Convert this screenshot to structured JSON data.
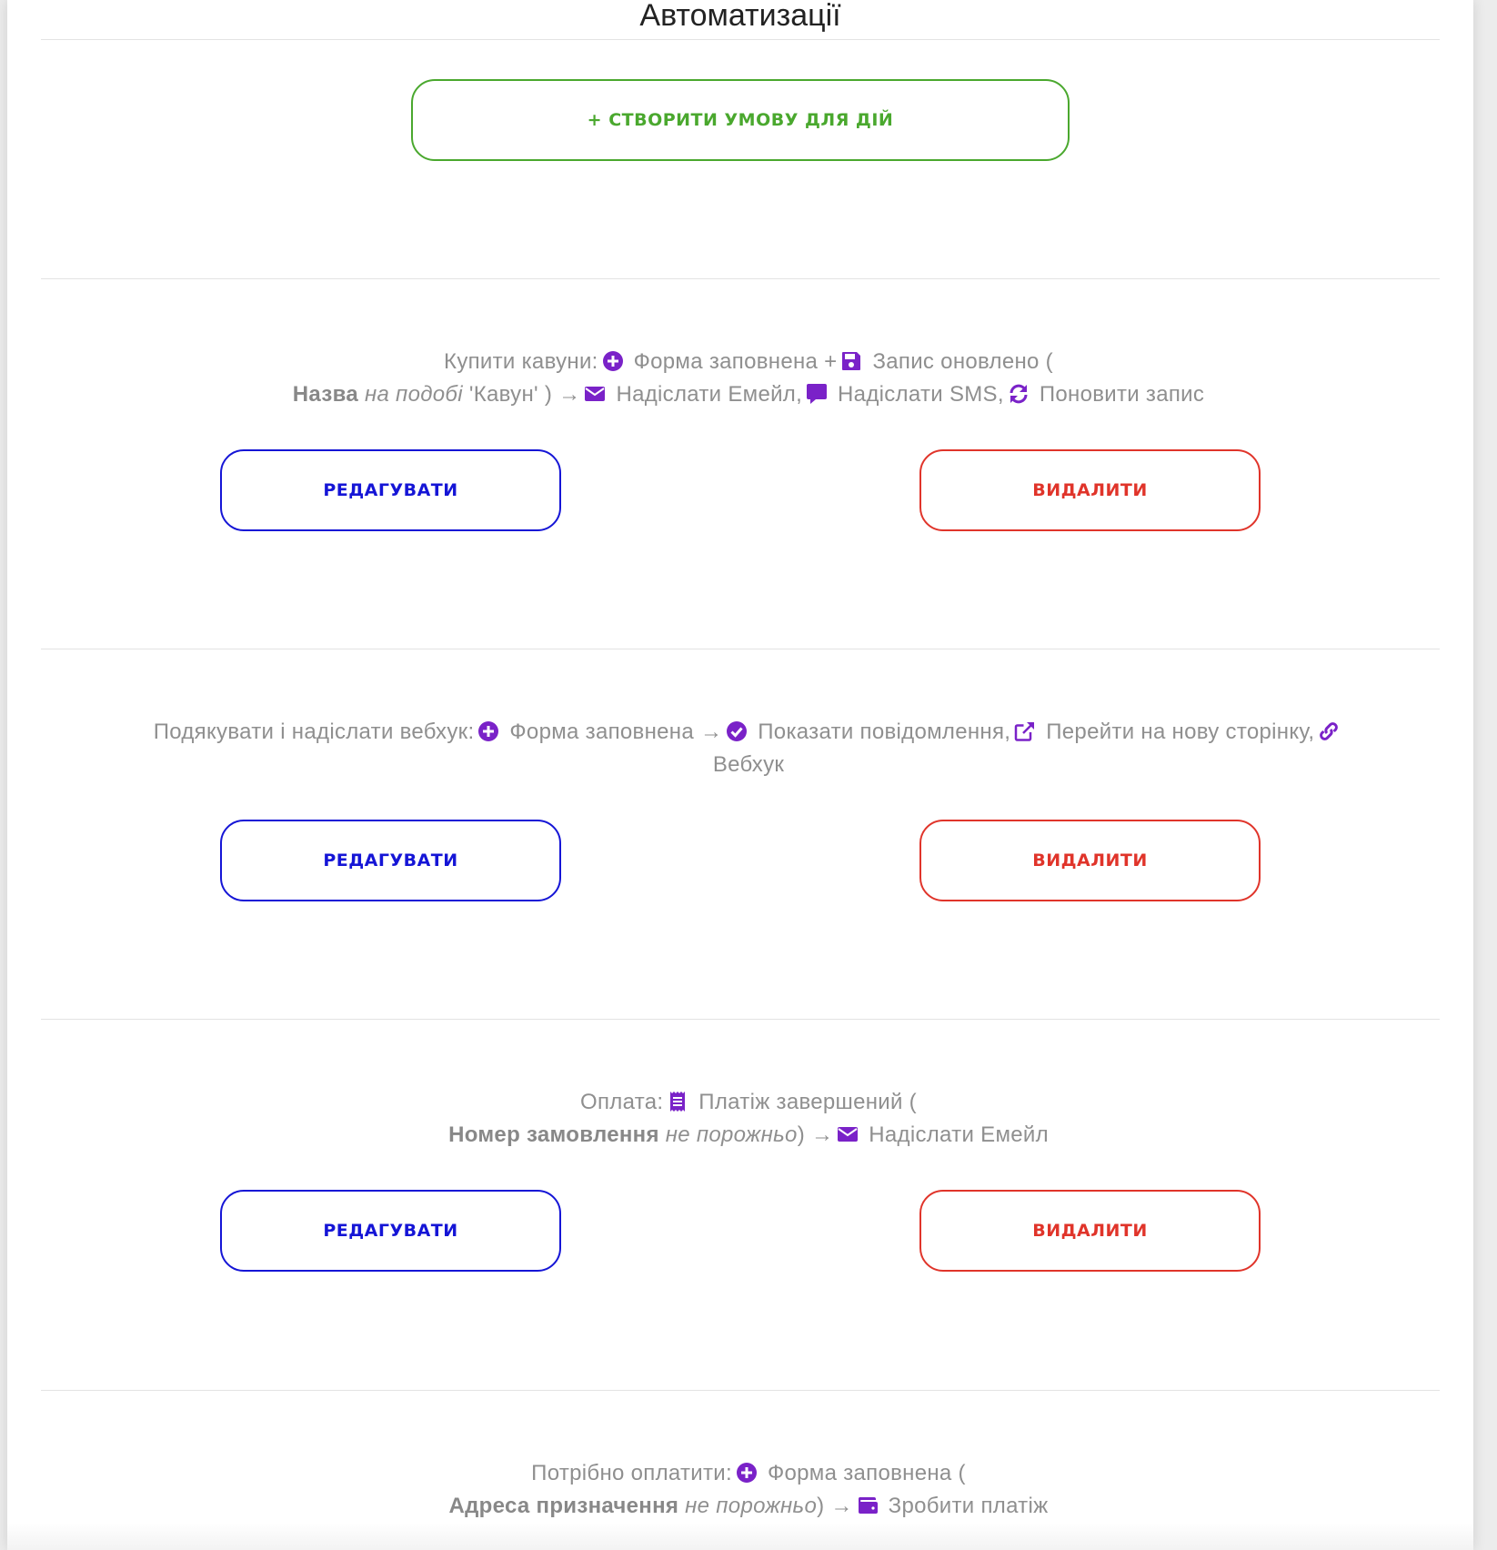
{
  "page": {
    "title": "Автоматизації",
    "create_button_label": "+ СТВОРИТИ УМОВУ ДЛЯ ДІЙ"
  },
  "rules": [
    {
      "name": "Купити кавуни:",
      "trigger_1": "Форма заповнена +",
      "trigger_2": "Запис оновлено (",
      "cond_field": "Назва",
      "cond_op": "на подобі",
      "cond_value": "'Кавун' )",
      "arrow": "→",
      "action_1": "Надіслати Емейл,",
      "action_2": "Надіслати SMS,",
      "action_3": "Поновити запис",
      "edit_label": "РЕДАГУВАТИ",
      "delete_label": "ВИДАЛИТИ"
    },
    {
      "name": "Подякувати і надіслати вебхук:",
      "trigger_1": "Форма заповнена",
      "arrow": "→",
      "action_1": "Показати повідомлення,",
      "action_2": "Перейти на нову сторінку,",
      "action_3": "Вебхук",
      "edit_label": "РЕДАГУВАТИ",
      "delete_label": "ВИДАЛИТИ"
    },
    {
      "name": "Оплата:",
      "trigger_1": "Платіж завершений (",
      "cond_field": "Номер замовлення",
      "cond_op": "не порожньо",
      "cond_value": ")",
      "arrow": "→",
      "action_1": "Надіслати Емейл",
      "edit_label": "РЕДАГУВАТИ",
      "delete_label": "ВИДАЛИТИ"
    },
    {
      "name": "Потрібно оплатити:",
      "trigger_1": "Форма заповнена (",
      "cond_field": "Адреса призначення",
      "cond_op": "не порожньо",
      "cond_value": ")",
      "arrow": "→",
      "action_1": "Зробити платіж"
    }
  ],
  "colors": {
    "icon": "#7a22c8",
    "create": "#4aa82e",
    "edit": "#1515d6",
    "delete": "#e0342a",
    "text": "#8f8f8f"
  },
  "icons": {
    "form_submitted": "plus-circle-icon",
    "record_updated": "save-icon",
    "send_email": "envelope-icon",
    "send_sms": "comment-icon",
    "update_record": "sync-icon",
    "show_message": "check-circle-icon",
    "redirect": "external-link-icon",
    "webhook": "link-icon",
    "payment_completed": "receipt-icon",
    "make_payment": "wallet-icon"
  }
}
